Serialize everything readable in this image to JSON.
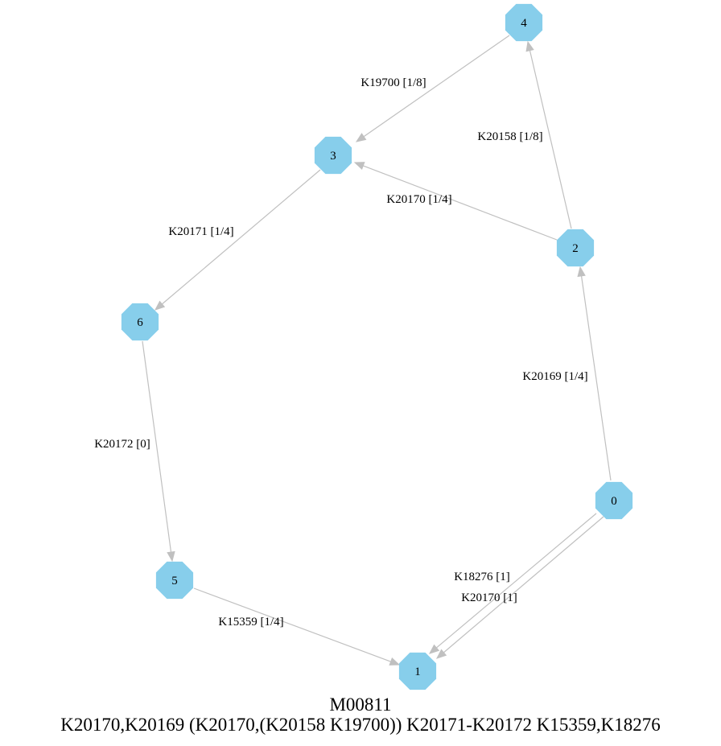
{
  "colors": {
    "node_fill": "#87ceeb",
    "edge": "#c0c0c0",
    "text": "#000000",
    "background": "#ffffff"
  },
  "caption": {
    "title": "M00811",
    "definition": "K20170,K20169 (K20170,(K20158 K19700)) K20171-K20172 K15359,K18276"
  },
  "nodes": [
    {
      "id": "0",
      "label": "0"
    },
    {
      "id": "1",
      "label": "1"
    },
    {
      "id": "2",
      "label": "2"
    },
    {
      "id": "3",
      "label": "3"
    },
    {
      "id": "4",
      "label": "4"
    },
    {
      "id": "5",
      "label": "5"
    },
    {
      "id": "6",
      "label": "6"
    }
  ],
  "edges": [
    {
      "id": "e-0-2",
      "from": "0",
      "to": "2",
      "label": "K20169 [1/4]"
    },
    {
      "id": "e-2-4",
      "from": "2",
      "to": "4",
      "label": "K20158 [1/8]"
    },
    {
      "id": "e-2-3",
      "from": "2",
      "to": "3",
      "label": "K20170 [1/4]"
    },
    {
      "id": "e-4-3",
      "from": "4",
      "to": "3",
      "label": "K19700 [1/8]"
    },
    {
      "id": "e-3-6",
      "from": "3",
      "to": "6",
      "label": "K20171 [1/4]"
    },
    {
      "id": "e-6-5",
      "from": "6",
      "to": "5",
      "label": "K20172 [0]"
    },
    {
      "id": "e-5-1",
      "from": "5",
      "to": "1",
      "label": "K15359 [1/4]"
    },
    {
      "id": "e-0-1-a",
      "from": "0",
      "to": "1",
      "label": "K18276 [1]"
    },
    {
      "id": "e-0-1-b",
      "from": "0",
      "to": "1",
      "label": "K20170 [1]"
    }
  ]
}
